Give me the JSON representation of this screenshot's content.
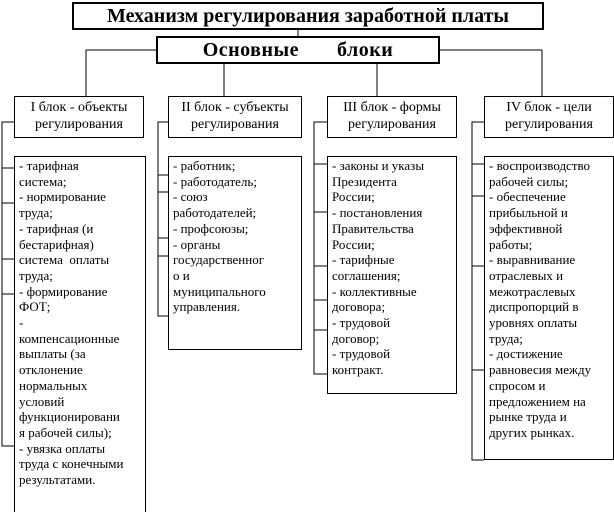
{
  "title": "Механизм регулирования заработной платы",
  "subtitle": {
    "word1": "Основные",
    "word2": "блоки"
  },
  "blocks": [
    {
      "heading": [
        "I блок - объекты",
        "регулирования"
      ],
      "items": [
        "- тарифная",
        "система;",
        "- нормирование",
        "труда;",
        "- тарифная (и",
        "бестарифная)",
        "система  оплаты",
        "труда;",
        "- формирование",
        "ФОТ;",
        "-",
        "компенсационные",
        "выплаты (за",
        "отклонение",
        "нормальных",
        "условий",
        "функционировани",
        "я рабочей силы);",
        "- увязка оплаты",
        "труда с конечными",
        "результатами."
      ]
    },
    {
      "heading": [
        "II блок - субъекты",
        "регулирования"
      ],
      "items": [
        "- работник;",
        "- работодатель;",
        "- союз",
        "работодателей;",
        "- профсоюзы;",
        "- органы",
        "государственног",
        "о и",
        "муниципального",
        "управления."
      ]
    },
    {
      "heading": [
        "III блок - формы",
        "регулирования"
      ],
      "items": [
        "- законы и указы",
        "Президента",
        "России;",
        "- постановления",
        "Правительства",
        "России;",
        "- тарифные",
        "соглашения;",
        "- коллективные",
        "договора;",
        "- трудовой",
        "договор;",
        "- трудовой",
        "контракт."
      ]
    },
    {
      "heading": [
        "IV блок - цели",
        "регулирования"
      ],
      "items": [
        "- воспроизводство",
        "рабочей силы;",
        "- обеспечение",
        "прибыльной и",
        "эффективной",
        "работы;",
        "- выравнивание",
        "отраслевых и",
        "межотраслевых",
        "диспропорций в",
        "уровнях оплаты",
        "труда;",
        "- достижение",
        "равновесия между",
        "спросом и",
        "предложением на",
        "рынке труда и",
        "других рынках."
      ]
    }
  ]
}
